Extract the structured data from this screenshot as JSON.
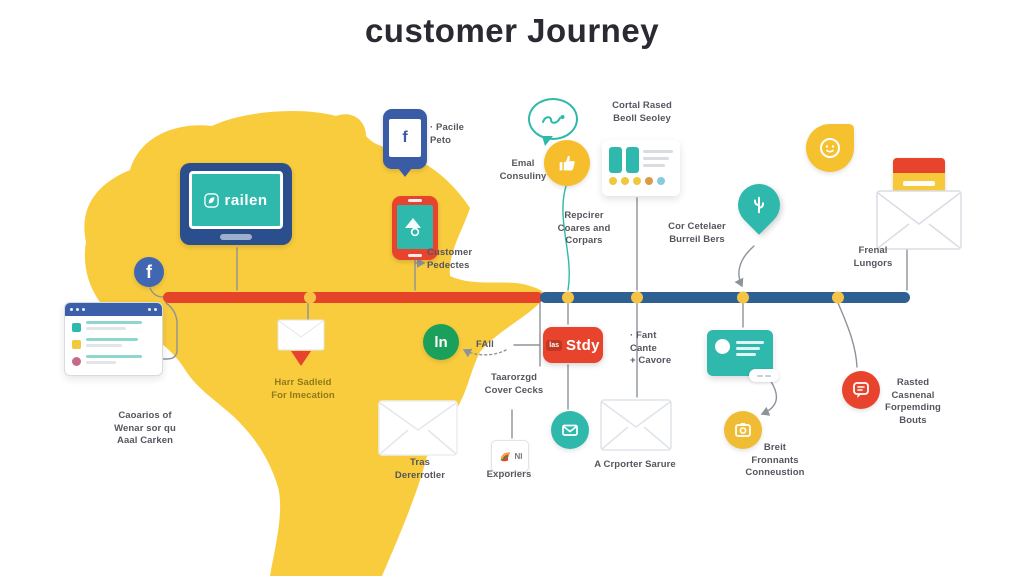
{
  "title": "customer Journey",
  "colors": {
    "map_yellow": "#F9CC3D",
    "timeline_red": "#E54428",
    "timeline_blue": "#2E6092",
    "dot_yellow": "#F5C445",
    "teal": "#2FB9AC",
    "facebook_blue": "#4267B2",
    "green": "#1BA05B",
    "red": "#E8432C",
    "navy": "#2B4E8C",
    "badge_yellow": "#F6BE2C",
    "text_gray": "#55565E",
    "text_olive": "#8F7A1A"
  },
  "icons": {
    "laptop": "laptop-monitor",
    "facebook": "facebook-f-circle",
    "profile_phone": "phone-with-facebook-f",
    "customer_phone": "red-phone-app",
    "consult_bubble": "speech-bubble-outline",
    "thumbs": "thumbs-up-circle",
    "contact_card": "contact-list-card",
    "pin": "map-pin-cactus",
    "whatsapp": "chat-leaf-badge",
    "newsletter": "envelope-with-newsletter",
    "browser": "browser-window-list",
    "mail_pin": "envelope-with-red-pin",
    "linkedin": "linkedin-circle",
    "stdy": "study-video-badge",
    "mail_teal": "envelope-teal-circle",
    "photo_yellow": "photo-yellow-circle",
    "chat_red": "chat-red-circle",
    "ni": "exporter-bird-badge"
  },
  "nodes": {
    "laptop": {
      "brand": "railen"
    },
    "facebook": {
      "letter": "f"
    },
    "profile_phone": {
      "letter": "f",
      "label": "· Pacile\nPeto"
    },
    "customer_phone": {
      "label": "Customer\nPedectes"
    },
    "consulting": {
      "label": "Emal\nConsuliny"
    },
    "contact_card": {
      "label": "Cortal Rased\nBeoll Seoley"
    },
    "register": {
      "label": "Repcirer\nCoares and\nCorpars"
    },
    "location_pin": {
      "label": "Cor Cetelaer\nBurreil Bers"
    },
    "newsletter": {
      "label": "Frenal\nLungors"
    },
    "browser": {
      "label": "Caoarios of\nWenar sor qu\nAaal Carken"
    },
    "mail_pin": {
      "label": "Harr Sadleid\nFor Imecation"
    },
    "linkedin": {
      "letters": "ln",
      "label": "FAll"
    },
    "cover_checks": {
      "label": "Taarorzgd\nCover Cecks"
    },
    "tras_envelope": {
      "label": "Tras\nDererrotler"
    },
    "exporters": {
      "letters": "NI",
      "label": "Exporiers"
    },
    "stdy_badge": {
      "prefix": "las",
      "label": "Stdy"
    },
    "fant_list": {
      "label": "· Fant\nCante\n+ Cavore"
    },
    "reporter_envelope": {
      "label": "A Crporter Sarure"
    },
    "breit": {
      "label": "Breit\nFronnants\nConneustion"
    },
    "rasted": {
      "label": "Rasted\nCasnenal\nForpemding\nBouts"
    }
  }
}
